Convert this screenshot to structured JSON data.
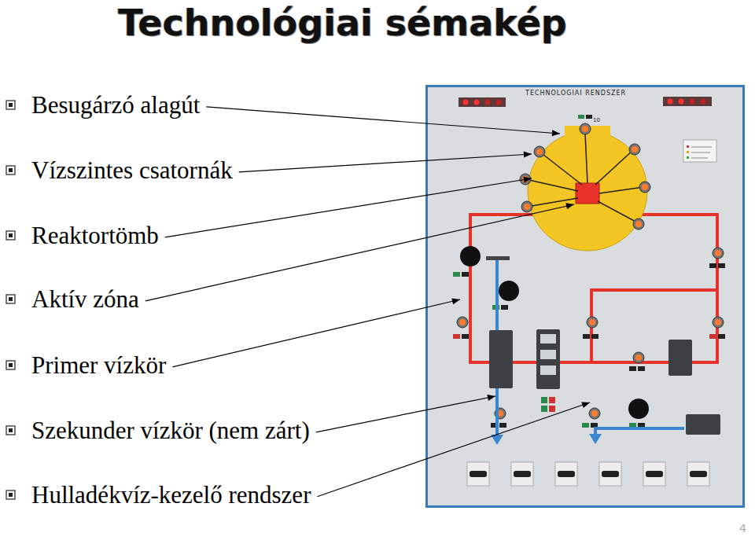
{
  "diagram": {
    "title": "Technológiai sémakép",
    "labels": [
      "Besugárzó alagút",
      "Vízszintes csatornák",
      "Reaktortömb",
      "Aktív zóna",
      "Primer vízkör",
      "Szekunder vízkör (nem zárt)",
      "Hulladékvíz-kezelő rendszer",
      "TECHNOLOGIAI RENDSZER",
      "10",
      "4"
    ]
  }
}
